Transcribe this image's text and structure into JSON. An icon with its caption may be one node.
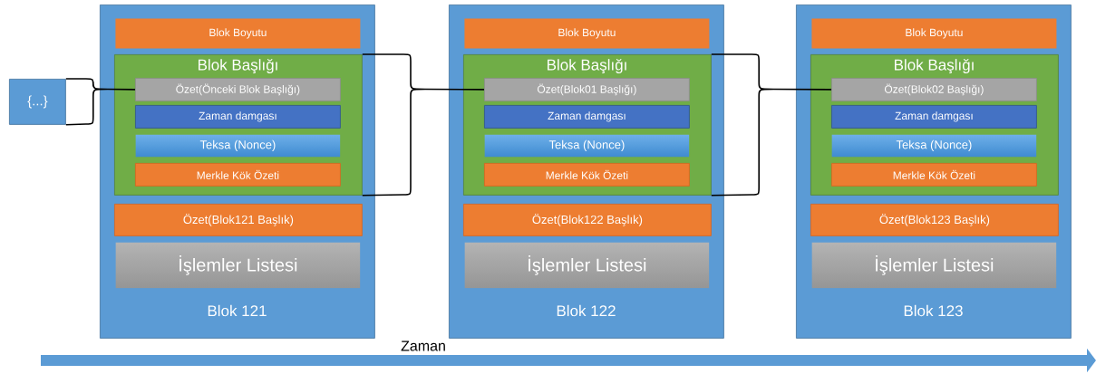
{
  "diagram": {
    "nodes": [
      {
        "text": [
          "{...}"
        ]
      },
      {
        "text": [
          "Blok 121"
        ]
      },
      {
        "text": [
          "Blok Boyutu"
        ],
        "in": 1
      },
      {
        "text": [
          "Blok Başlığı"
        ],
        "in": 1
      },
      {
        "text": [
          "Özet(Önceki Blok Başlığı)"
        ],
        "in": 3
      },
      {
        "text": [
          "Zaman damgası"
        ],
        "in": 3
      },
      {
        "text": [
          "Teksa (Nonce)"
        ],
        "in": 3
      },
      {
        "text": [
          "Merkle Kök Özeti"
        ],
        "in": 3
      },
      {
        "text": [
          "Özet(Blok121 Başlık)"
        ],
        "in": 1
      },
      {
        "text": [
          "İşlemler Listesi"
        ],
        "in": 1
      },
      {
        "text": [
          "Blok 122"
        ]
      },
      {
        "text": [
          "Blok Boyutu"
        ],
        "in": 10
      },
      {
        "text": [
          "Blok Başlığı"
        ],
        "in": 10
      },
      {
        "text": [
          "Özet(Blok01 Başlığı)"
        ],
        "in": 12
      },
      {
        "text": [
          "Zaman damgası"
        ],
        "in": 12
      },
      {
        "text": [
          "Teksa (Nonce)"
        ],
        "in": 12
      },
      {
        "text": [
          "Merkle Kök Özeti"
        ],
        "in": 12
      },
      {
        "text": [
          "Özet(Blok122 Başlık)"
        ],
        "in": 10
      },
      {
        "text": [
          "İşlemler Listesi"
        ],
        "in": 10
      },
      {
        "text": [
          "Blok 123"
        ]
      },
      {
        "text": [
          "Blok Boyutu"
        ],
        "in": 19
      },
      {
        "text": [
          "Blok Başlığı"
        ],
        "in": 19
      },
      {
        "text": [
          "Özet(Blok02 Başlığı)"
        ],
        "in": 21
      },
      {
        "text": [
          "Zaman damgası"
        ],
        "in": 21
      },
      {
        "text": [
          "Teksa (Nonce)"
        ],
        "in": 21
      },
      {
        "text": [
          "Merkle Kök Özeti"
        ],
        "in": 21
      },
      {
        "text": [
          "Özet(Blok123 Başlık)"
        ],
        "in": 19
      },
      {
        "text": [
          "İşlemler Listesi"
        ],
        "in": 19
      }
    ],
    "edges": [
      {
        "from": 0,
        "to": 4,
        "arrow": "none"
      },
      {
        "from": 3,
        "to": 13,
        "arrow": "none"
      },
      {
        "from": 12,
        "to": 22,
        "arrow": "none"
      }
    ],
    "labels": [
      "Zaman"
    ]
  }
}
